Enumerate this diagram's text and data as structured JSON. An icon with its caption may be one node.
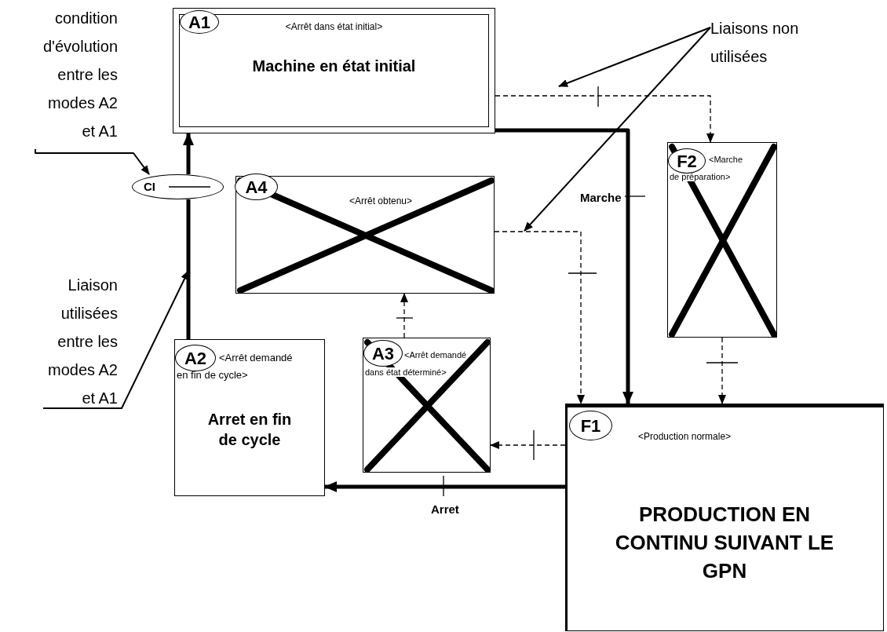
{
  "diagram": {
    "nodes": [
      {
        "text": [
          "<Arrêt dans état initial>",
          "Machine en état initial"
        ]
      },
      {
        "text": [
          "A1"
        ],
        "in": 0
      },
      {
        "text": [
          "<Arrêt obtenu>"
        ]
      },
      {
        "text": [
          "A4"
        ],
        "in": 2
      },
      {
        "text": [
          "<Arrêt demandé en fin de cycle>",
          "Arret en fin de cycle"
        ]
      },
      {
        "text": [
          "A2"
        ],
        "in": 4
      },
      {
        "text": [
          "<Arrêt demandé dans état déterminé>"
        ]
      },
      {
        "text": [
          "A3"
        ],
        "in": 6
      },
      {
        "text": [
          "<Marche de préparation>"
        ]
      },
      {
        "text": [
          "F2"
        ],
        "in": 8
      },
      {
        "text": [
          "<Production normale>",
          "PRODUCTION EN CONTINU SUIVANT LE GPN"
        ]
      },
      {
        "text": [
          "F1"
        ],
        "in": 10
      },
      {
        "text": [
          "CI"
        ]
      },
      {
        "text": [
          "condition d'évolution entre les modes A2 et A1"
        ]
      },
      {
        "text": [
          "Liaison utilisées entre les modes A2 et A1"
        ]
      },
      {
        "text": [
          "Liaisons non utilisées"
        ]
      }
    ],
    "edges": [
      {
        "from": 4,
        "to": 12,
        "arrow": "none",
        "style": "thick"
      },
      {
        "from": 12,
        "to": 0,
        "arrow": "to",
        "style": "thick"
      },
      {
        "from": 10,
        "to": 4,
        "arrow": "to",
        "style": "thick",
        "label": "Arret"
      },
      {
        "from": 0,
        "to": 10,
        "arrow": "to",
        "style": "thick",
        "label": "Marche"
      },
      {
        "from": 0,
        "to": 8,
        "arrow": "to",
        "style": "dashed"
      },
      {
        "from": 2,
        "to": 10,
        "arrow": "to",
        "style": "dashed"
      },
      {
        "from": 8,
        "to": 10,
        "arrow": "to",
        "style": "dashed"
      },
      {
        "from": 10,
        "to": 6,
        "arrow": "to",
        "style": "dashed"
      },
      {
        "from": 6,
        "to": 2,
        "arrow": "to",
        "style": "dashed"
      },
      {
        "from": 13,
        "to": 12,
        "arrow": "to"
      },
      {
        "from": 14,
        "to": null,
        "arrow": "to"
      },
      {
        "from": 15,
        "to": null,
        "arrow": "to"
      },
      {
        "from": 15,
        "to": null,
        "arrow": "to"
      }
    ]
  }
}
